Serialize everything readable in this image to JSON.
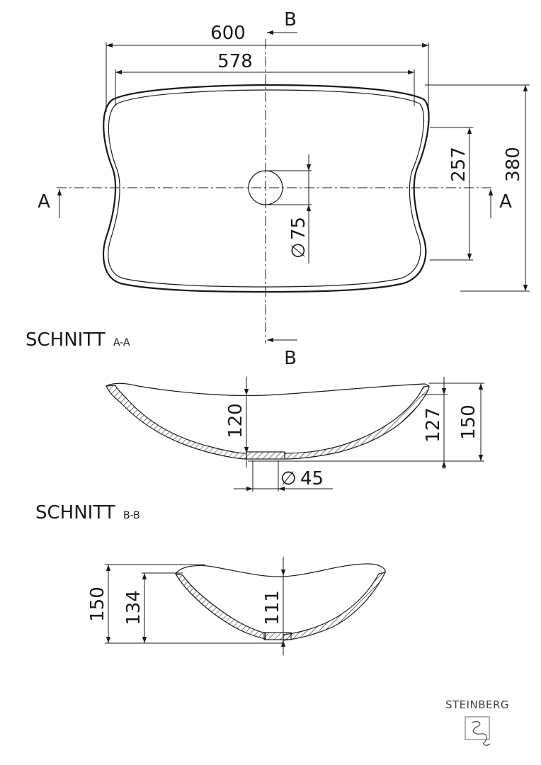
{
  "top_view": {
    "dim_width_outer": "600",
    "dim_width_inner": "578",
    "dim_depth_outer": "380",
    "dim_depth_inner": "257",
    "dim_drain_prefix": "∅",
    "dim_drain_value": "75",
    "section_a_label": "A",
    "section_b_label": "B"
  },
  "section_aa": {
    "title": "SCHNITT",
    "subtitle": "A-A",
    "dim_inner_depth": "120",
    "dim_mid_depth": "127",
    "dim_total_height": "150",
    "dim_drain_prefix": "∅",
    "dim_drain_value": "45"
  },
  "section_bb": {
    "title": "SCHNITT",
    "subtitle": "B-B",
    "dim_total_height": "150",
    "dim_mid_depth": "134",
    "dim_inner_depth": "111"
  },
  "logo": {
    "brand": "STEINBERG"
  }
}
